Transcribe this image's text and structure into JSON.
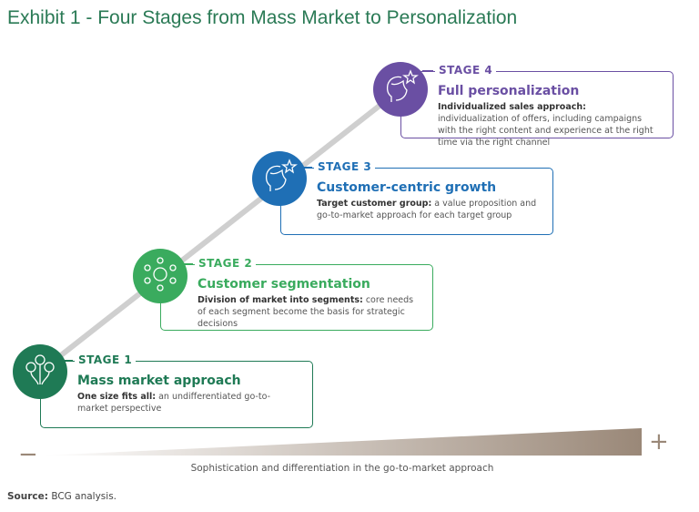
{
  "title": "Exhibit 1 - Four Stages from Mass Market to Personalization",
  "stages": [
    {
      "label": "STAGE 1",
      "name": "Mass market approach",
      "lead": "One size fits all:",
      "desc": " an undifferentiated go-to-market perspective",
      "color": "#1f7a55",
      "icon": "people-branching-icon"
    },
    {
      "label": "STAGE 2",
      "name": "Customer segmentation",
      "lead": "Division of market into segments:",
      "desc": " core needs of each segment become the basis for strategic decisions",
      "color": "#3aab5e",
      "icon": "network-people-icon"
    },
    {
      "label": "STAGE 3",
      "name": "Customer-centric growth",
      "lead": "Target customer group:",
      "desc": " a value proposition and go-to-market approach for each target group",
      "color": "#1f6fb5",
      "icon": "head-star-icon"
    },
    {
      "label": "STAGE 4",
      "name": "Full personalization",
      "lead": "Individualized sales approach:",
      "desc": " individualization of offers, including campaigns with the right content and experience at the right time via the right channel",
      "color": "#6a4fa3",
      "icon": "head-star-icon"
    }
  ],
  "scale": {
    "minus": "−",
    "plus": "+",
    "caption": "Sophistication and differentiation in the go-to-market approach"
  },
  "source": {
    "lead": "Source:",
    "text": " BCG analysis."
  }
}
